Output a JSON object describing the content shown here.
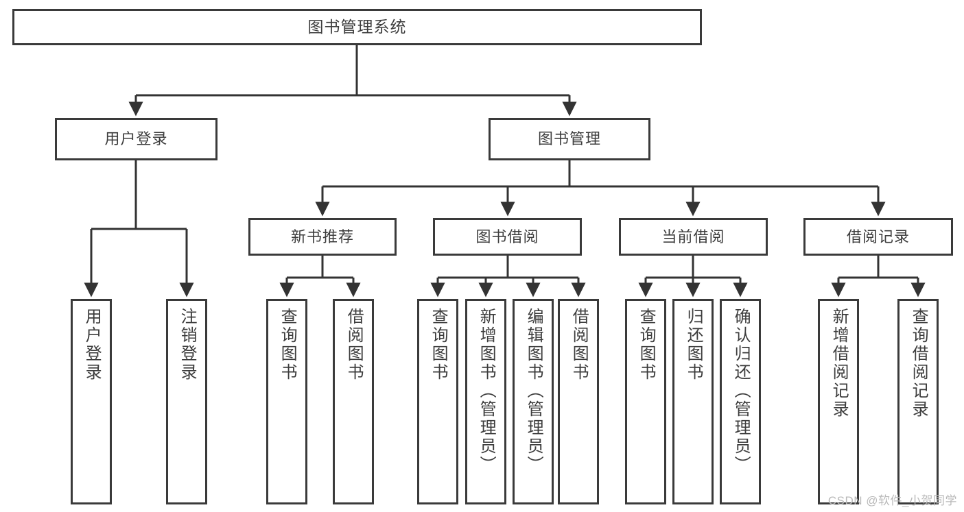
{
  "diagram": {
    "title": "图书管理系统",
    "type": "tree",
    "watermark": "CSDN @软件_小贺同学",
    "colors": {
      "box_border": "#3a3a3a",
      "box_fill": "#ffffff",
      "text": "#3d3d3d",
      "edge": "#333333",
      "watermark": "#b9b9b9",
      "background": "#ffffff"
    },
    "nodes": {
      "root": {
        "label": "图书管理系统"
      },
      "level2": [
        {
          "label": "用户登录"
        },
        {
          "label": "图书管理"
        }
      ],
      "level3": [
        {
          "label": "新书推荐"
        },
        {
          "label": "图书借阅"
        },
        {
          "label": "当前借阅"
        },
        {
          "label": "借阅记录"
        }
      ],
      "leaves": {
        "user_login": [
          {
            "label": "用户登录"
          },
          {
            "label": "注销登录"
          }
        ],
        "new_book": [
          {
            "label": "查询图书"
          },
          {
            "label": "借阅图书"
          }
        ],
        "borrow_book": [
          {
            "label": "查询图书"
          },
          {
            "label": "新增图书（管理员）"
          },
          {
            "label": "编辑图书（管理员）"
          },
          {
            "label": "借阅图书"
          }
        ],
        "current_borrow": [
          {
            "label": "查询图书"
          },
          {
            "label": "归还图书"
          },
          {
            "label": "确认归还（管理员）"
          }
        ],
        "borrow_record": [
          {
            "label": "新增借阅记录"
          },
          {
            "label": "查询借阅记录"
          }
        ]
      }
    }
  }
}
